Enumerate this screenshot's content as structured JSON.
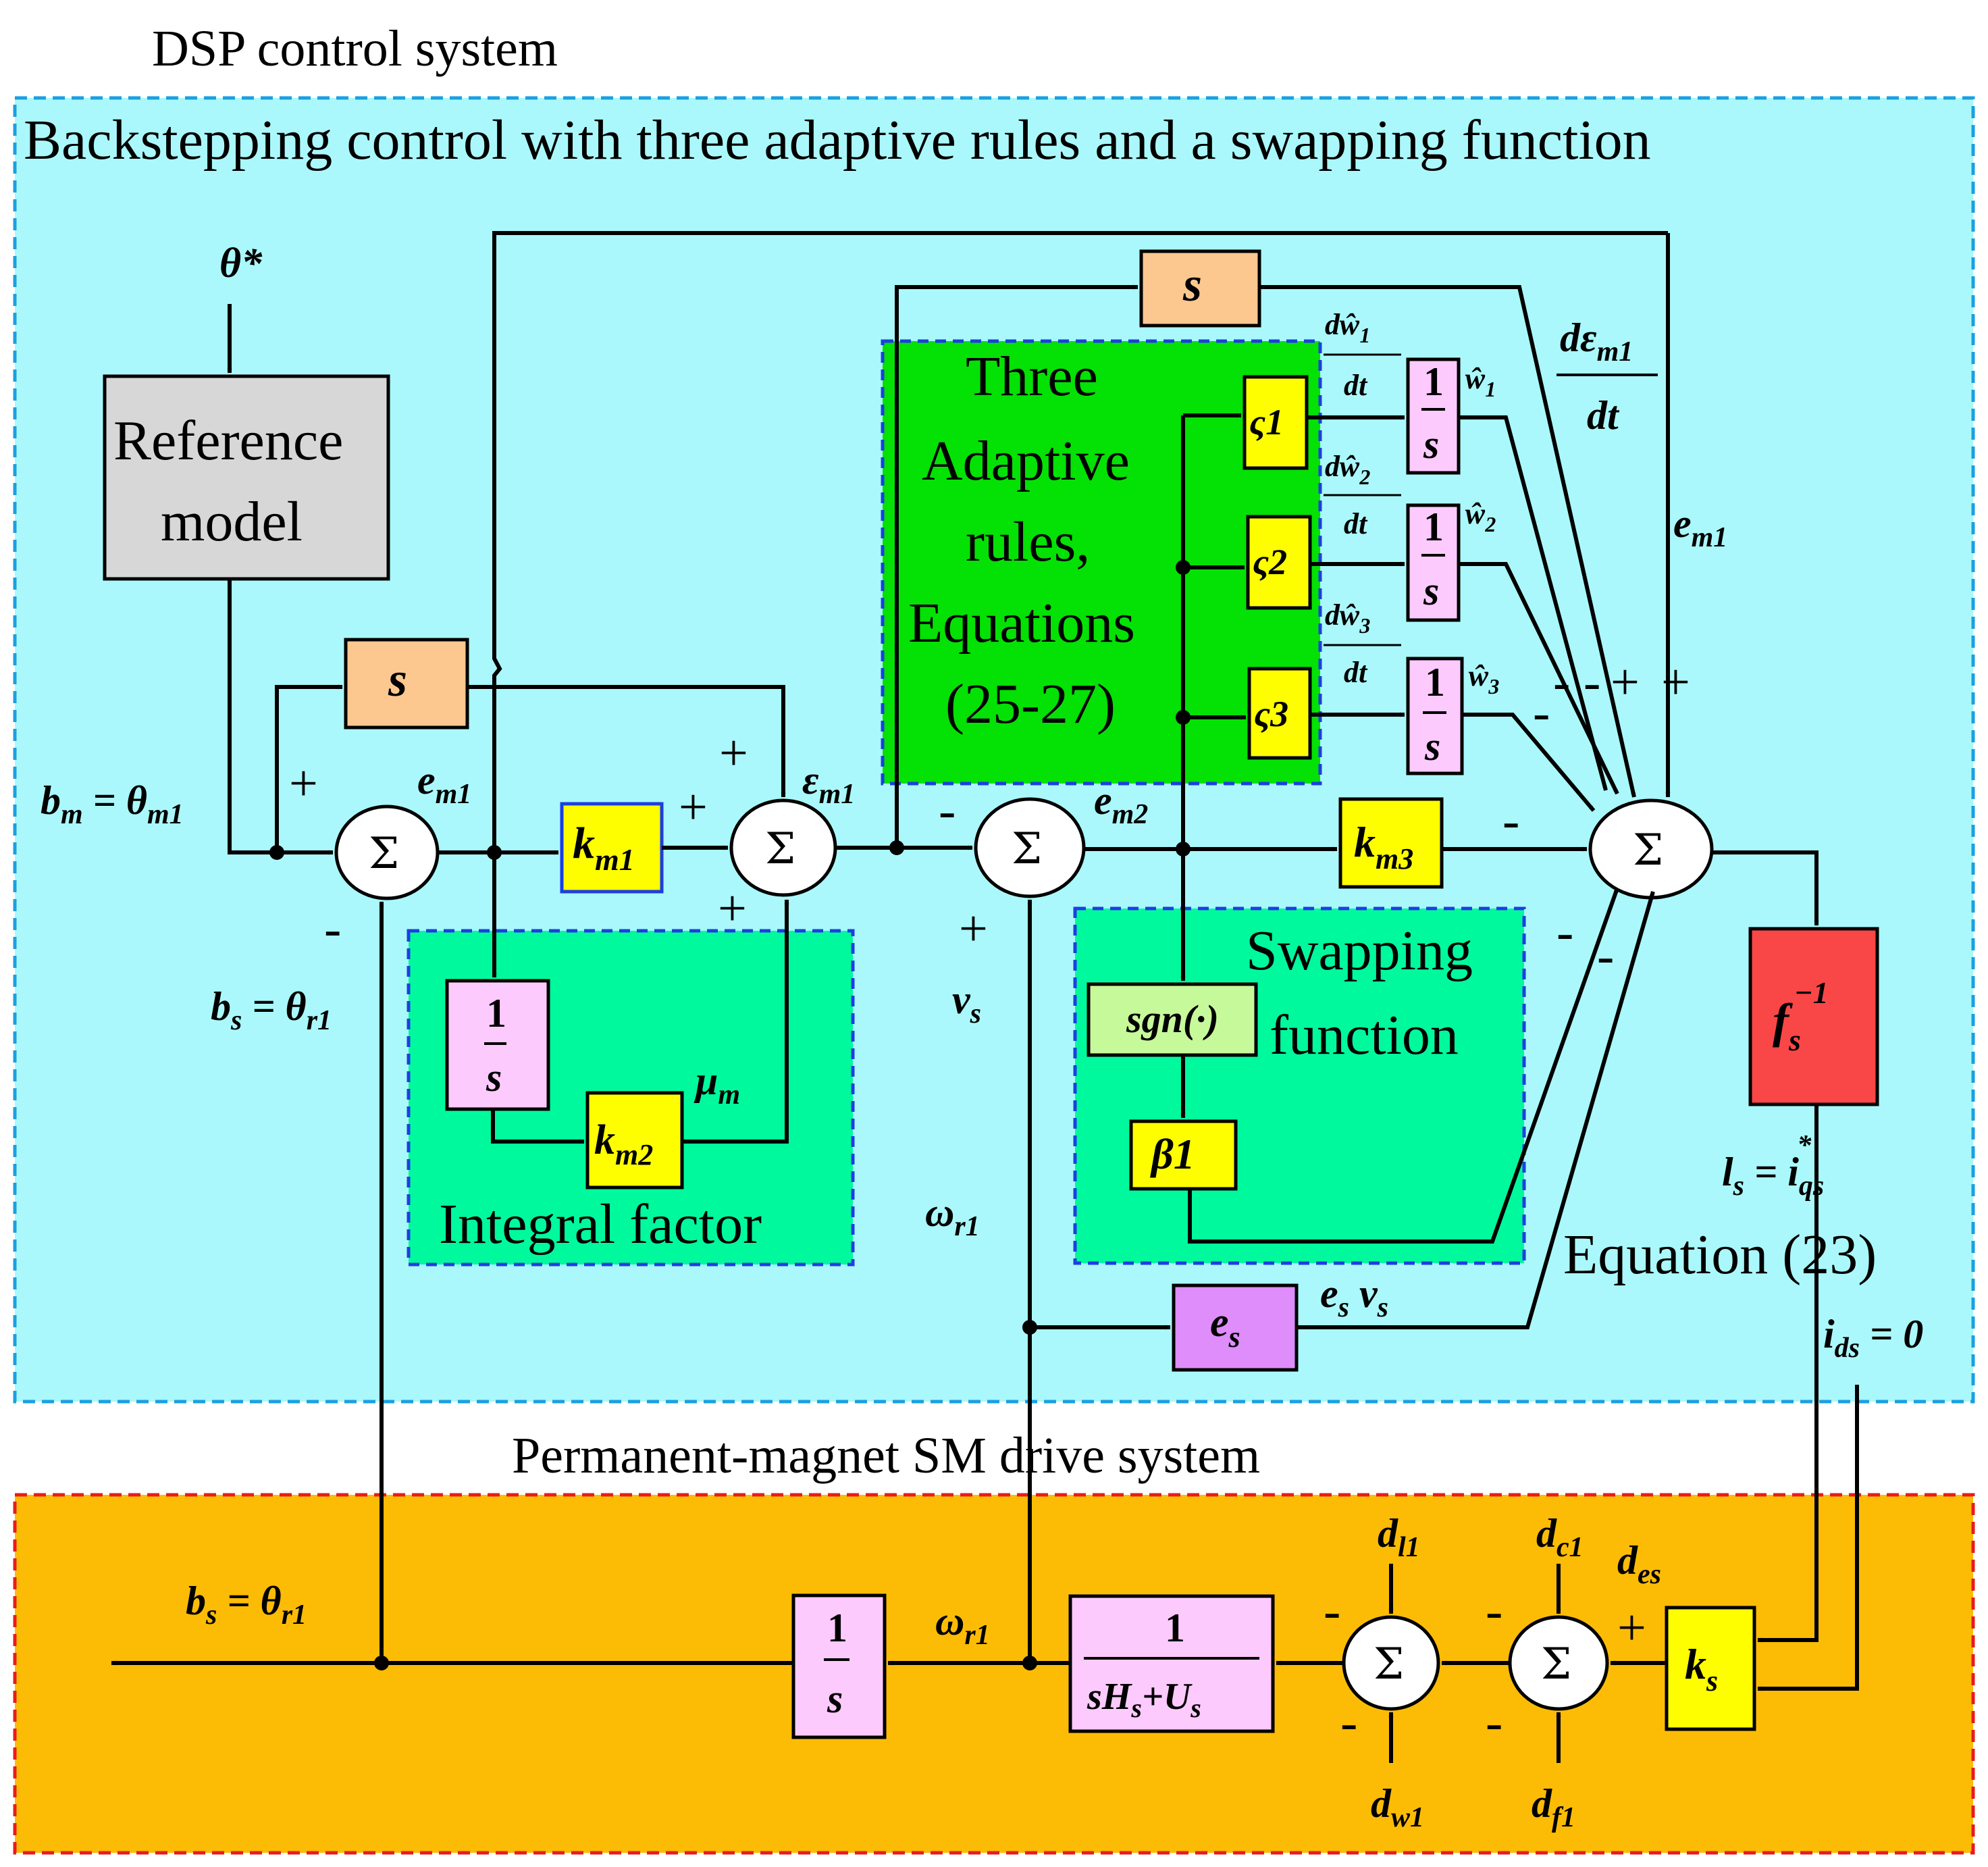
{
  "titles": {
    "dsp": "DSP control system",
    "backstepping": "Backstepping control with three adaptive rules and a swapping function",
    "drive": "Permanent-magnet SM drive system"
  },
  "blocks": {
    "reference_model": [
      "Reference",
      "model"
    ],
    "s_block": "s",
    "integrator_num": "1",
    "integrator_den": "s",
    "km1": "k",
    "km1_sub": "m1",
    "km2": "k",
    "km2_sub": "m2",
    "km3": "k",
    "km3_sub": "m3",
    "varsigma1": "ς1",
    "varsigma2": "ς2",
    "varsigma3": "ς3",
    "sgn": "sgn(·)",
    "beta1": "β1",
    "es": "e",
    "es_sub": "s",
    "fs_inv": "f",
    "fs_sub": "s",
    "fs_sup": "−1",
    "ks": "k",
    "ks_sub": "s",
    "plant_num": "1",
    "plant_den": "sH",
    "plant_den2": "+U",
    "sum": "Σ"
  },
  "regions": {
    "adaptive": [
      "Three",
      "Adaptive",
      "rules,",
      "Equations",
      "(25-27)"
    ],
    "integral": "Integral factor",
    "swapping": [
      "Swapping",
      "function"
    ],
    "equation23": "Equation (23)"
  },
  "signals": {
    "theta_star": "θ*",
    "bm": "b",
    "bm_eq": "= θ",
    "bs": "b",
    "bs_eq": "= θ",
    "em1": "e",
    "em2": "e",
    "eps_m1": "ε",
    "mu_m": "μ",
    "vs": "v",
    "omega_r1": "ω",
    "es_vs": "e",
    "ls": "l",
    "iqs": "= i",
    "ids": "i",
    "ids_eq": "= 0",
    "dl1": "d",
    "dc1": "d",
    "des": "d",
    "dw1": "d",
    "df1": "d",
    "dw_hat1": "dŵ",
    "dt": "dt",
    "w_hat1": "ŵ",
    "w_hat2": "ŵ",
    "w_hat3": "ŵ",
    "deps": "dε",
    "plus": "+",
    "minus": "-"
  },
  "colors": {
    "cyan_panel": "#aaf8fb",
    "orange_panel": "#fcbc05",
    "green_adaptive": "#04e104",
    "green_region": "#00f99d",
    "yellow_block": "#fefe00",
    "pink_block": "#fdcafd",
    "peach_block": "#fcc890",
    "gray_block": "#d7d7d7",
    "red_block": "#f94747",
    "purple_block": "#de8dfb",
    "lime_block": "#c6f99a"
  }
}
